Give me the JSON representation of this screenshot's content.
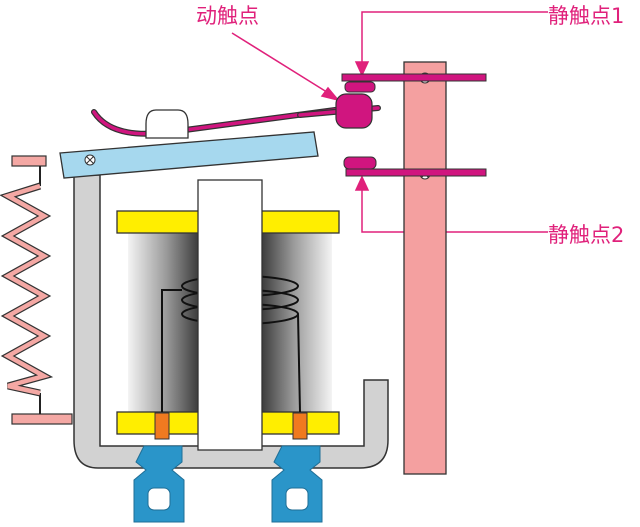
{
  "labels": {
    "moving_contact": "动触点",
    "static_contact_1": "静触点1",
    "static_contact_2": "静触点2"
  },
  "colors": {
    "label_pink": "#e0217b",
    "contact_magenta": "#d0157f",
    "armature_blue": "#a6d8ee",
    "terminal_blue": "#2a95c9",
    "yoke_gray": "#d2d2d2",
    "spring_pink": "#f4a8a4",
    "post_pink": "#f4a0a0",
    "coil_yellow": "#ffee00",
    "coil_orange": "#f07a20"
  }
}
